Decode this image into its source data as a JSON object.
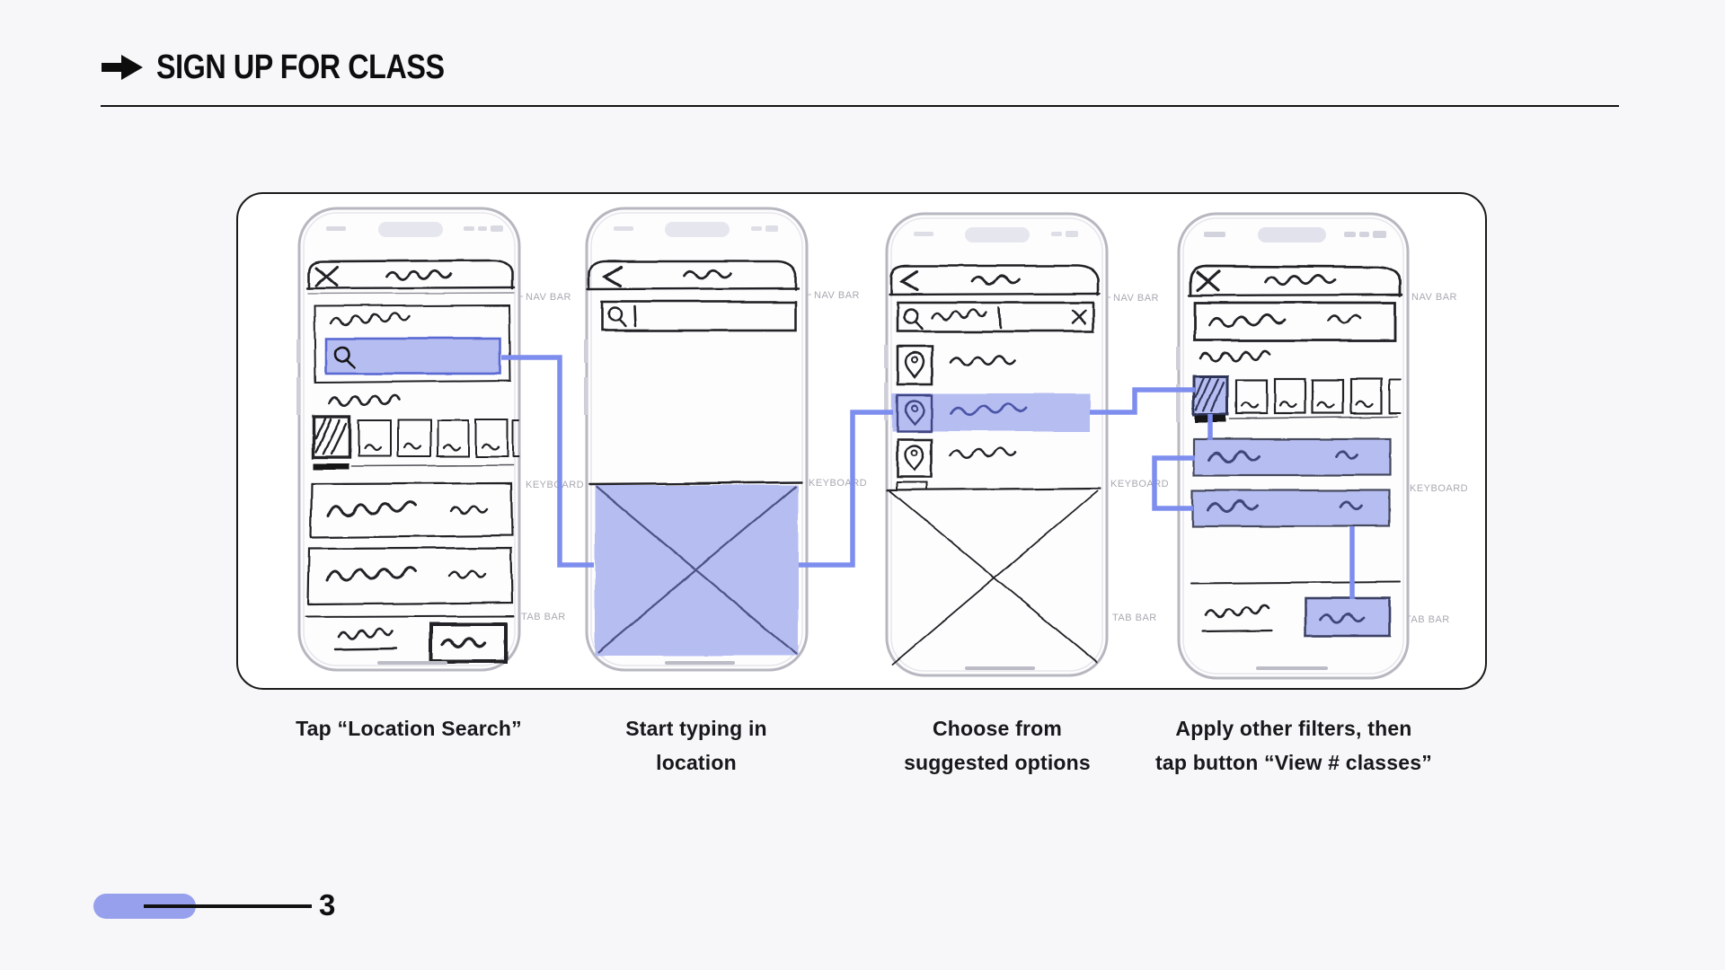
{
  "header": {
    "title": "SIGN UP FOR CLASS"
  },
  "canvas": {
    "annotations": {
      "nav_bar": "NAV BAR",
      "keyboard": "KEYBOARD",
      "tab_bar": "TAB BAR"
    }
  },
  "steps": [
    {
      "line1": "Tap “Location Search”",
      "line2": ""
    },
    {
      "line1": "Start typing in",
      "line2": "location"
    },
    {
      "line1": "Choose from",
      "line2": "suggested options"
    },
    {
      "line1": "Apply other filters, then",
      "line2": "tap button “View # classes”"
    }
  ],
  "footer": {
    "page_number": "3"
  },
  "colors": {
    "highlight": "#b6bdf1",
    "connector": "#7e8eee",
    "pill": "#96a0ed",
    "ink": "#222222"
  }
}
